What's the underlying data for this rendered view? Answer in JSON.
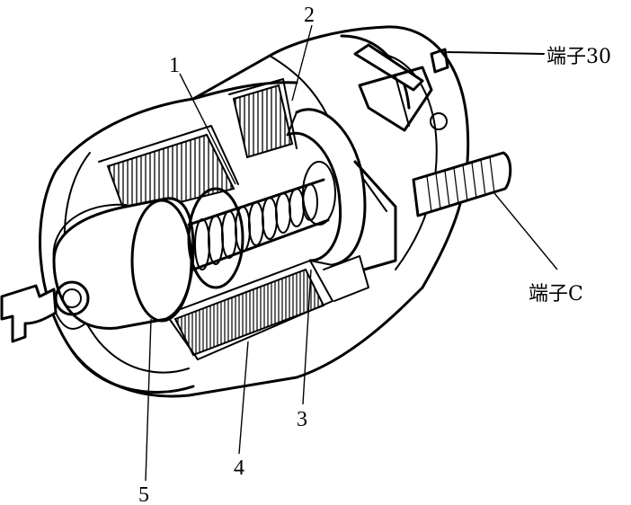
{
  "labels": {
    "part1": "1",
    "part2": "2",
    "part3": "3",
    "part4": "4",
    "part5": "5",
    "terminal30": "端子30",
    "terminalC": "端子C"
  },
  "colors": {
    "ink": "#000000",
    "paper": "#ffffff"
  }
}
